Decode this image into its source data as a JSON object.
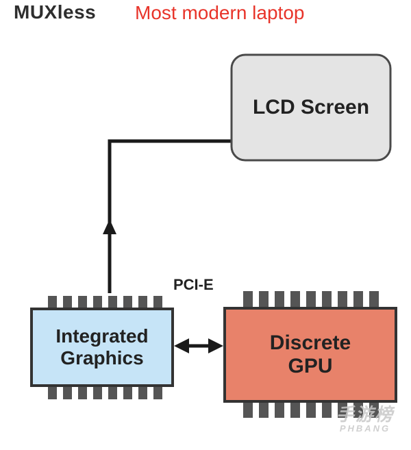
{
  "header": {
    "mode": "MUXless",
    "description": "Most modern laptop"
  },
  "nodes": {
    "lcd_screen": "LCD Screen",
    "integrated_graphics": "Integrated\nGraphics",
    "discrete_gpu": "Discrete\nGPU"
  },
  "edges": {
    "bus_label": "PCI-E"
  },
  "watermark": {
    "main": "手游榜",
    "sub": "PHBANG"
  },
  "colors": {
    "lcd_fill": "#e4e4e4",
    "integrated_fill": "#c6e4f7",
    "discrete_fill": "#e8826a",
    "title_accent": "#e8342a",
    "line": "#1a1a1a"
  }
}
